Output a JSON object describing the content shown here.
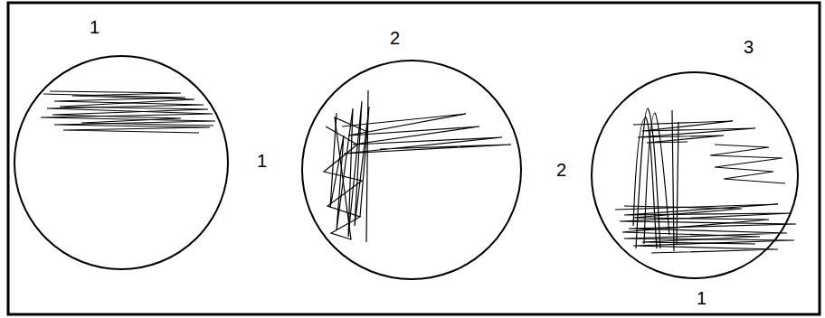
{
  "diagram": {
    "labels": [
      "1",
      "2",
      "3",
      "1",
      "2",
      "1"
    ]
  }
}
